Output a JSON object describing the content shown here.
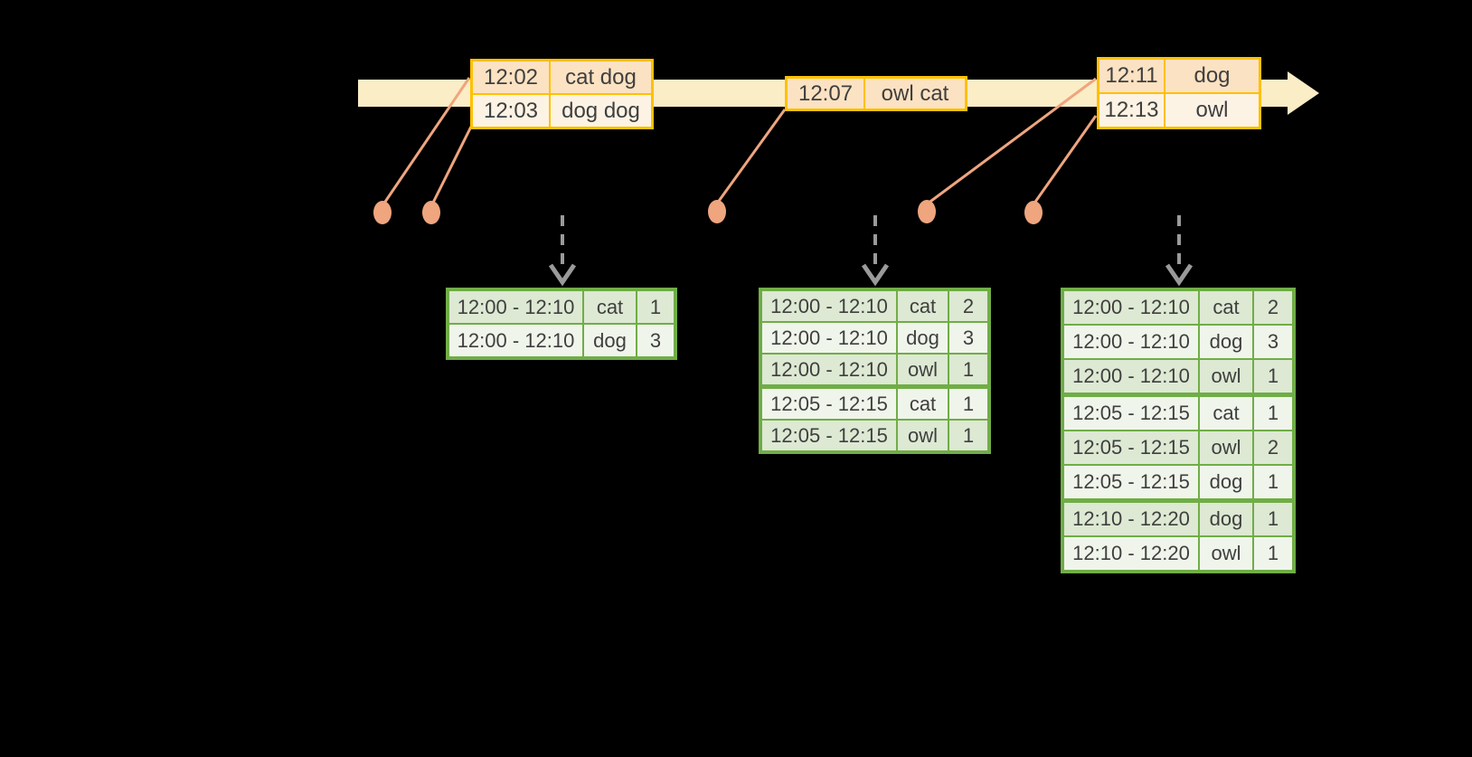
{
  "diagram": {
    "description_visible_elements": "timeline band with arrow, three event tables, five event marker dots with leader lines, three dashed trigger arrows, three windowed-result tables",
    "colors": {
      "background": "#000000",
      "timeline_band": "#FBEDC6",
      "event_table_border": "#FFC000",
      "event_row_dark": "#FBE2C2",
      "event_row_light": "#FDF3E4",
      "event_marker": "#EFA57E",
      "trigger_arrow": "#9A9A9A",
      "result_table_border": "#70AD47",
      "result_row_dark": "#DDE9D3",
      "result_row_light": "#F0F5EB",
      "text": "#3F3F3F"
    },
    "icons": {
      "timeline_arrowhead": "right-pointing triangle",
      "event_marker_dot": "filled circle",
      "trigger_arrow": "dashed line with down chevron"
    }
  },
  "event_tables": [
    {
      "rows": [
        {
          "time": "12:02",
          "value": "cat dog"
        },
        {
          "time": "12:03",
          "value": "dog dog"
        }
      ]
    },
    {
      "rows": [
        {
          "time": "12:07",
          "value": "owl cat"
        }
      ]
    },
    {
      "rows": [
        {
          "time": "12:11",
          "value": "dog"
        },
        {
          "time": "12:13",
          "value": "owl"
        }
      ]
    }
  ],
  "result_tables": [
    {
      "rows": [
        {
          "window": "12:00 - 12:10",
          "key": "cat",
          "count": 1
        },
        {
          "window": "12:00 - 12:10",
          "key": "dog",
          "count": 3
        }
      ]
    },
    {
      "rows": [
        {
          "window": "12:00 - 12:10",
          "key": "cat",
          "count": 2
        },
        {
          "window": "12:00 - 12:10",
          "key": "dog",
          "count": 3
        },
        {
          "window": "12:00 - 12:10",
          "key": "owl",
          "count": 1
        },
        {
          "window": "12:05 - 12:15",
          "key": "cat",
          "count": 1
        },
        {
          "window": "12:05 - 12:15",
          "key": "owl",
          "count": 1
        }
      ]
    },
    {
      "rows": [
        {
          "window": "12:00 - 12:10",
          "key": "cat",
          "count": 2
        },
        {
          "window": "12:00 - 12:10",
          "key": "dog",
          "count": 3
        },
        {
          "window": "12:00 - 12:10",
          "key": "owl",
          "count": 1
        },
        {
          "window": "12:05 - 12:15",
          "key": "cat",
          "count": 1
        },
        {
          "window": "12:05 - 12:15",
          "key": "owl",
          "count": 2
        },
        {
          "window": "12:05 - 12:15",
          "key": "dog",
          "count": 1
        },
        {
          "window": "12:10 - 12:20",
          "key": "dog",
          "count": 1
        },
        {
          "window": "12:10 - 12:20",
          "key": "owl",
          "count": 1
        }
      ]
    }
  ]
}
